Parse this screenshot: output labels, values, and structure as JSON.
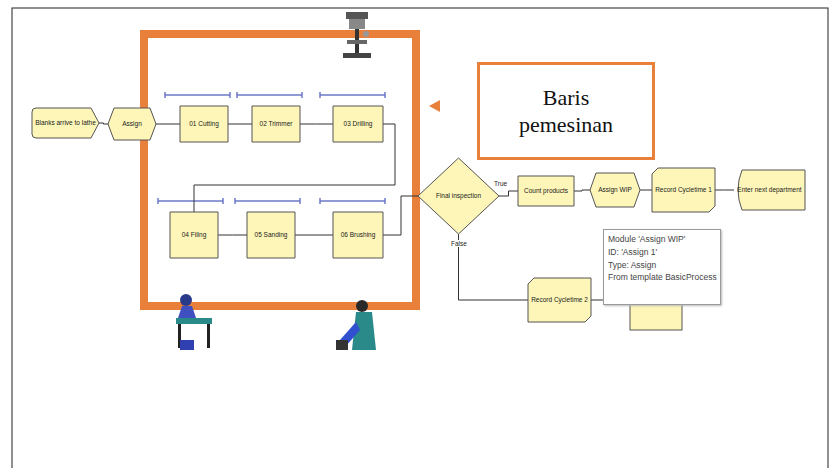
{
  "diagram": {
    "nodes": [
      {
        "text": [
          "Blanks arrive to lathe"
        ]
      },
      {
        "text": [
          "Assign"
        ]
      },
      {
        "text": [
          "01 Cutting"
        ]
      },
      {
        "text": [
          "02 Trimmer"
        ]
      },
      {
        "text": [
          "03 Drilling"
        ]
      },
      {
        "text": [
          "04 Filing"
        ]
      },
      {
        "text": [
          "05 Sanding"
        ]
      },
      {
        "text": [
          "06 Brushing"
        ]
      },
      {
        "text": [
          "Final inspection"
        ]
      },
      {
        "text": [
          "Count products"
        ]
      },
      {
        "text": [
          "Assign WIP"
        ]
      },
      {
        "text": [
          "Record Cycletime 1"
        ]
      },
      {
        "text": [
          "Enter next department"
        ]
      },
      {
        "text": [
          "Record Cycletime 2"
        ]
      },
      {
        "text": [
          "Baris pemesinan"
        ]
      }
    ],
    "edges": [
      {
        "from": 0,
        "to": 1,
        "arrow": "none"
      },
      {
        "from": 1,
        "to": 2,
        "arrow": "none"
      },
      {
        "from": 2,
        "to": 3,
        "arrow": "none"
      },
      {
        "from": 3,
        "to": 4,
        "arrow": "none"
      },
      {
        "from": 4,
        "to": 5,
        "arrow": "none"
      },
      {
        "from": 5,
        "to": 6,
        "arrow": "none"
      },
      {
        "from": 6,
        "to": 7,
        "arrow": "none"
      },
      {
        "from": 7,
        "to": 8,
        "arrow": "none"
      },
      {
        "from": 8,
        "to": 9,
        "label": "True",
        "arrow": "none"
      },
      {
        "from": 9,
        "to": 10,
        "arrow": "none"
      },
      {
        "from": 10,
        "to": 11,
        "arrow": "none"
      },
      {
        "from": 11,
        "to": 12,
        "arrow": "none"
      },
      {
        "from": 8,
        "to": 13,
        "label": "False",
        "arrow": "none"
      }
    ],
    "labels": [
      "Module 'Assign WIP'",
      "ID: 'Assign 1'",
      "Type: Assign",
      "From template BasicProcess"
    ]
  }
}
